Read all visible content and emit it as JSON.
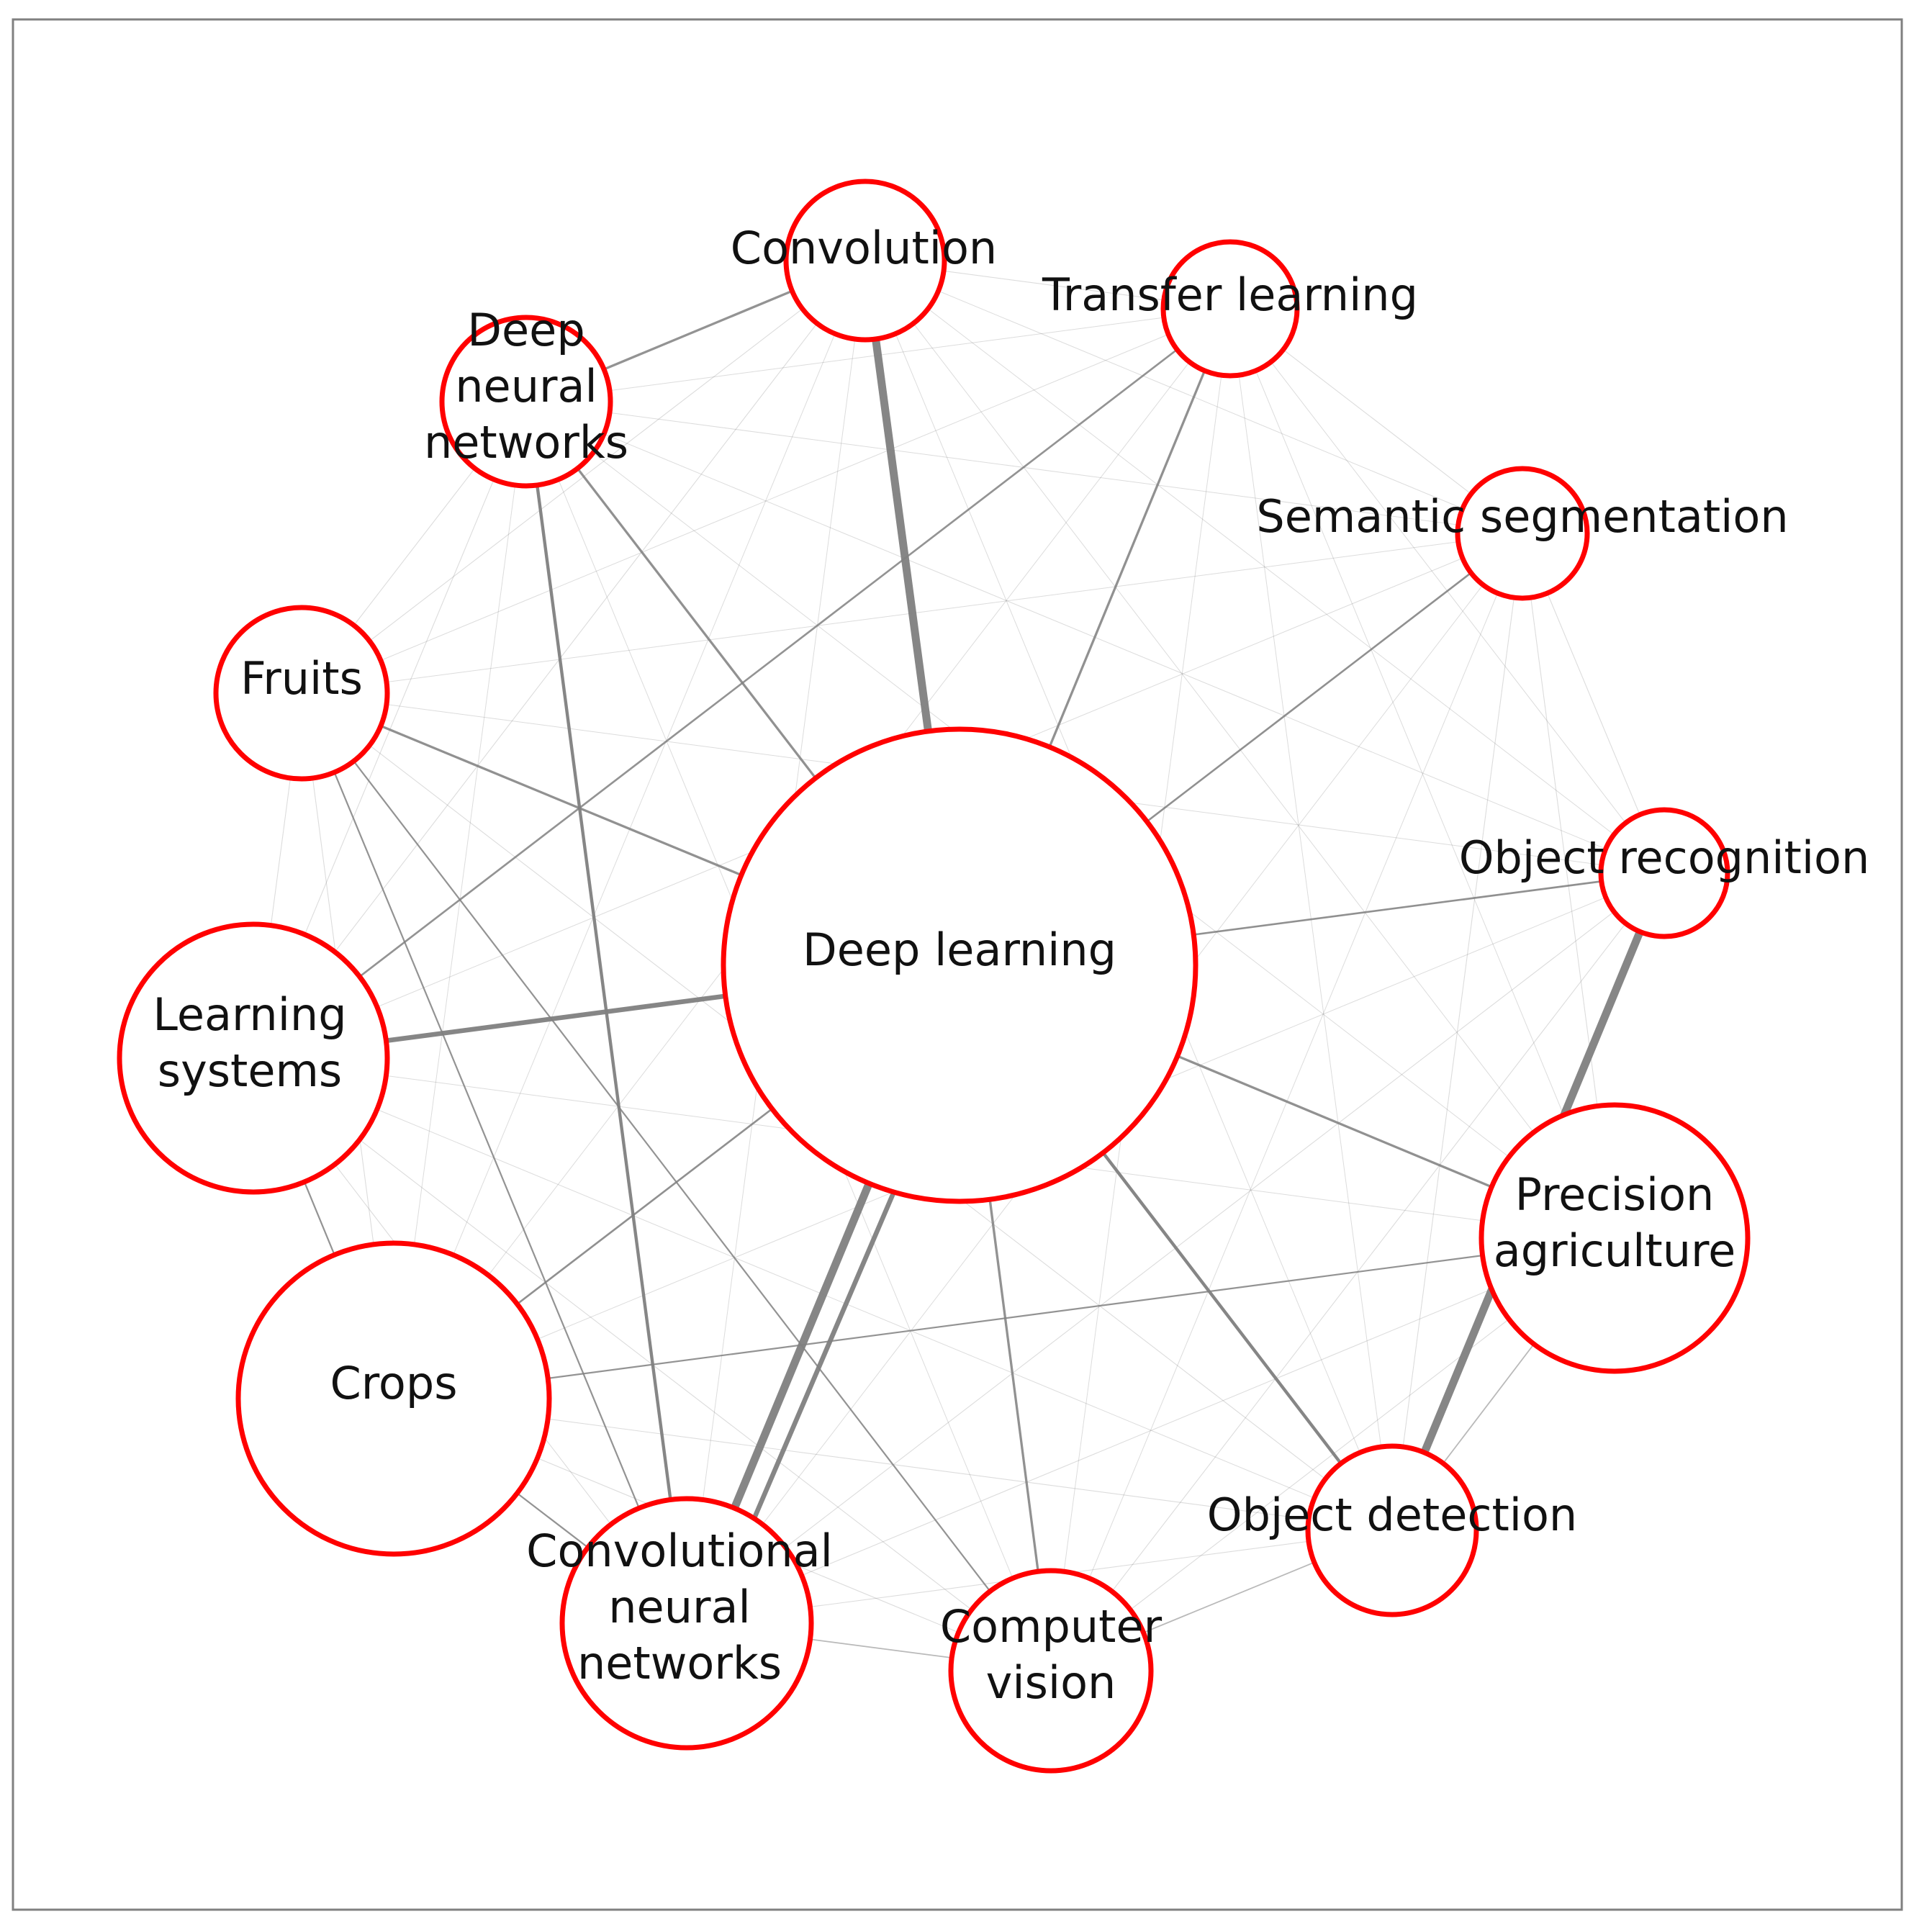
{
  "diagram": {
    "node_stroke_color": "#ff0000",
    "edge_color": "#808080",
    "nodes": [
      {
        "id": "deep_learning",
        "lines": [
          "Deep learning"
        ]
      },
      {
        "id": "convolution",
        "lines": [
          "Convolution"
        ]
      },
      {
        "id": "transfer_learning",
        "lines": [
          "Transfer learning"
        ]
      },
      {
        "id": "deep_neural_networks",
        "lines": [
          "Deep",
          "neural",
          "networks"
        ]
      },
      {
        "id": "semantic_segmentation",
        "lines": [
          "Semantic segmentation"
        ]
      },
      {
        "id": "fruits",
        "lines": [
          "Fruits"
        ]
      },
      {
        "id": "object_recognition",
        "lines": [
          "Object recognition"
        ]
      },
      {
        "id": "learning_systems",
        "lines": [
          "Learning",
          "systems"
        ]
      },
      {
        "id": "precision_agriculture",
        "lines": [
          "Precision",
          "agriculture"
        ]
      },
      {
        "id": "crops",
        "lines": [
          "Crops"
        ]
      },
      {
        "id": "object_detection",
        "lines": [
          "Object detection"
        ]
      },
      {
        "id": "convolutional_neural_networks",
        "lines": [
          "Convolutional",
          "neural",
          "networks"
        ]
      },
      {
        "id": "computer_vision",
        "lines": [
          "Computer",
          "vision"
        ]
      }
    ],
    "edges": [
      {
        "source": "deep_learning",
        "target": "convolutional_neural_networks",
        "weight": 5
      },
      {
        "source": "deep_learning",
        "target": "convolution",
        "weight": 5
      },
      {
        "source": "object_recognition",
        "target": "object_detection",
        "weight": 5
      },
      {
        "source": "deep_learning",
        "target": "learning_systems",
        "weight": 3
      },
      {
        "source": "deep_learning",
        "target": "convolutional_neural_networks",
        "weight": 3,
        "variant": "right"
      },
      {
        "source": "deep_neural_networks",
        "target": "convolutional_neural_networks",
        "weight": 2
      },
      {
        "source": "deep_learning",
        "target": "object_detection",
        "weight": 2
      },
      {
        "source": "deep_learning",
        "target": "fruits",
        "weight": 1.5
      },
      {
        "source": "deep_learning",
        "target": "precision_agriculture",
        "weight": 1.5
      },
      {
        "source": "deep_learning",
        "target": "computer_vision",
        "weight": 1.5
      },
      {
        "source": "deep_learning",
        "target": "deep_neural_networks",
        "weight": 1.5
      },
      {
        "source": "deep_learning",
        "target": "transfer_learning",
        "weight": 1.5
      },
      {
        "source": "deep_learning",
        "target": "semantic_segmentation",
        "weight": 1.2
      },
      {
        "source": "deep_learning",
        "target": "object_recognition",
        "weight": 1.2
      },
      {
        "source": "deep_learning",
        "target": "crops",
        "weight": 1.2
      },
      {
        "source": "convolution",
        "target": "deep_neural_networks",
        "weight": 1.5
      },
      {
        "source": "transfer_learning",
        "target": "learning_systems",
        "weight": 1.2
      },
      {
        "source": "crops",
        "target": "precision_agriculture",
        "weight": 1
      },
      {
        "source": "fruits",
        "target": "convolutional_neural_networks",
        "weight": 1
      },
      {
        "source": "fruits",
        "target": "computer_vision",
        "weight": 1
      },
      {
        "source": "learning_systems",
        "target": "crops",
        "weight": 1
      },
      {
        "source": "crops",
        "target": "convolutional_neural_networks",
        "weight": 1
      },
      {
        "source": "convolutional_neural_networks",
        "target": "computer_vision",
        "weight": 0.8
      },
      {
        "source": "computer_vision",
        "target": "object_detection",
        "weight": 0.8
      },
      {
        "source": "object_detection",
        "target": "precision_agriculture",
        "weight": 0.8
      },
      {
        "source": "fruits",
        "target": "learning_systems",
        "weight": 0.5
      },
      {
        "source": "fruits",
        "target": "crops",
        "weight": 0.5
      },
      {
        "source": "fruits",
        "target": "object_detection",
        "weight": 0.5
      },
      {
        "source": "fruits",
        "target": "deep_neural_networks",
        "weight": 0.5
      },
      {
        "source": "fruits",
        "target": "convolution",
        "weight": 0.5
      },
      {
        "source": "fruits",
        "target": "transfer_learning",
        "weight": 0.4
      },
      {
        "source": "fruits",
        "target": "semantic_segmentation",
        "weight": 0.4
      },
      {
        "source": "fruits",
        "target": "object_recognition",
        "weight": 0.4
      },
      {
        "source": "fruits",
        "target": "precision_agriculture",
        "weight": 0.4
      },
      {
        "source": "learning_systems",
        "target": "convolutional_neural_networks",
        "weight": 0.5
      },
      {
        "source": "learning_systems",
        "target": "computer_vision",
        "weight": 0.5
      },
      {
        "source": "learning_systems",
        "target": "deep_neural_networks",
        "weight": 0.5
      },
      {
        "source": "learning_systems",
        "target": "convolution",
        "weight": 0.5
      },
      {
        "source": "learning_systems",
        "target": "object_detection",
        "weight": 0.4
      },
      {
        "source": "learning_systems",
        "target": "precision_agriculture",
        "weight": 0.4
      },
      {
        "source": "learning_systems",
        "target": "object_recognition",
        "weight": 0.4
      },
      {
        "source": "learning_systems",
        "target": "semantic_segmentation",
        "weight": 0.4
      },
      {
        "source": "crops",
        "target": "computer_vision",
        "weight": 0.5
      },
      {
        "source": "crops",
        "target": "object_detection",
        "weight": 0.5
      },
      {
        "source": "crops",
        "target": "deep_neural_networks",
        "weight": 0.4
      },
      {
        "source": "crops",
        "target": "convolution",
        "weight": 0.4
      },
      {
        "source": "crops",
        "target": "transfer_learning",
        "weight": 0.4
      },
      {
        "source": "crops",
        "target": "object_recognition",
        "weight": 0.4
      },
      {
        "source": "crops",
        "target": "semantic_segmentation",
        "weight": 0.4
      },
      {
        "source": "convolutional_neural_networks",
        "target": "object_detection",
        "weight": 0.5
      },
      {
        "source": "convolutional_neural_networks",
        "target": "precision_agriculture",
        "weight": 0.5
      },
      {
        "source": "convolutional_neural_networks",
        "target": "object_recognition",
        "weight": 0.5
      },
      {
        "source": "convolutional_neural_networks",
        "target": "semantic_segmentation",
        "weight": 0.4
      },
      {
        "source": "convolutional_neural_networks",
        "target": "transfer_learning",
        "weight": 0.4
      },
      {
        "source": "convolutional_neural_networks",
        "target": "convolution",
        "weight": 0.4
      },
      {
        "source": "computer_vision",
        "target": "precision_agriculture",
        "weight": 0.5
      },
      {
        "source": "computer_vision",
        "target": "object_recognition",
        "weight": 0.5
      },
      {
        "source": "computer_vision",
        "target": "semantic_segmentation",
        "weight": 0.4
      },
      {
        "source": "computer_vision",
        "target": "transfer_learning",
        "weight": 0.4
      },
      {
        "source": "computer_vision",
        "target": "convolution",
        "weight": 0.4
      },
      {
        "source": "computer_vision",
        "target": "deep_neural_networks",
        "weight": 0.4
      },
      {
        "source": "object_detection",
        "target": "semantic_segmentation",
        "weight": 0.5
      },
      {
        "source": "object_detection",
        "target": "transfer_learning",
        "weight": 0.4
      },
      {
        "source": "object_detection",
        "target": "convolution",
        "weight": 0.4
      },
      {
        "source": "object_detection",
        "target": "deep_neural_networks",
        "weight": 0.4
      },
      {
        "source": "precision_agriculture",
        "target": "semantic_segmentation",
        "weight": 0.5
      },
      {
        "source": "precision_agriculture",
        "target": "transfer_learning",
        "weight": 0.4
      },
      {
        "source": "precision_agriculture",
        "target": "convolution",
        "weight": 0.4
      },
      {
        "source": "precision_agriculture",
        "target": "deep_neural_networks",
        "weight": 0.4
      },
      {
        "source": "object_recognition",
        "target": "semantic_segmentation",
        "weight": 0.5
      },
      {
        "source": "object_recognition",
        "target": "transfer_learning",
        "weight": 0.4
      },
      {
        "source": "object_recognition",
        "target": "convolution",
        "weight": 0.4
      },
      {
        "source": "object_recognition",
        "target": "deep_neural_networks",
        "weight": 0.4
      },
      {
        "source": "semantic_segmentation",
        "target": "transfer_learning",
        "weight": 0.5
      },
      {
        "source": "semantic_segmentation",
        "target": "convolution",
        "weight": 0.4
      },
      {
        "source": "semantic_segmentation",
        "target": "deep_neural_networks",
        "weight": 0.4
      },
      {
        "source": "transfer_learning",
        "target": "convolution",
        "weight": 0.5
      },
      {
        "source": "transfer_learning",
        "target": "deep_neural_networks",
        "weight": 0.4
      }
    ]
  }
}
